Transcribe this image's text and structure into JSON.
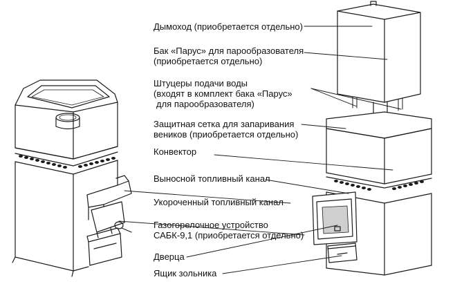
{
  "diagram": {
    "labels": [
      {
        "id": "chimney",
        "lines": [
          "Дымоход (приобретается отдельно)"
        ]
      },
      {
        "id": "tank",
        "lines": [
          "Бак «Парус» для парообразователя",
          "(приобретается отдельно)"
        ]
      },
      {
        "id": "fittings",
        "lines": [
          "Штуцеры подачи воды",
          "(входят в комплект бака «Парус»",
          "для парообразователя)"
        ]
      },
      {
        "id": "mesh",
        "lines": [
          "Защитная сетка для запаривания",
          "веников (приобретается отдельно)"
        ]
      },
      {
        "id": "convector",
        "lines": [
          "Конвектор"
        ]
      },
      {
        "id": "remote-fuel-channel",
        "lines": [
          "Выносной топливный канал"
        ]
      },
      {
        "id": "short-fuel-channel",
        "lines": [
          "Укороченный топливный канал"
        ]
      },
      {
        "id": "gas-burner",
        "lines": [
          "Газогорелочное устройство",
          "САБК-9,1 (приобретается отдельно)"
        ]
      },
      {
        "id": "door",
        "lines": [
          "Дверца"
        ]
      },
      {
        "id": "ash-box",
        "lines": [
          "Ящик зольника"
        ]
      }
    ],
    "colors": {
      "line": "#1a1a1a",
      "text": "#111111",
      "background": "#ffffff"
    }
  }
}
